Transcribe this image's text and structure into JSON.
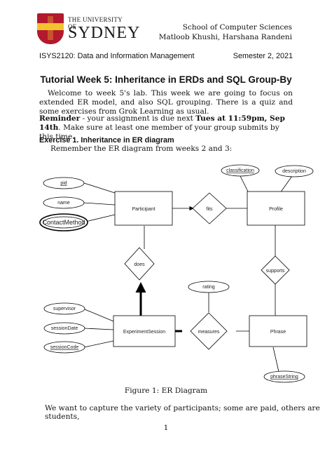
{
  "header": {
    "logo_small": "THE UNIVERSITY OF",
    "logo_big": "SYDNEY",
    "school": "School of Computer Sciences",
    "authors": "Matloob Khushi, Harshana Randeni",
    "course": "ISYS2120: Data and Information Management",
    "semester": "Semester 2, 2021"
  },
  "title": "Tutorial Week 5: Inheritance in ERDs and SQL Group-By",
  "intro": "Welcome to week 5's lab. This week we are going to focus on extended ER model, and also SQL grouping. There is a quiz and some exercises from Grok Learning as usual.",
  "reminder": {
    "label": "Reminder",
    "text_before": " - your assignment is due next ",
    "due": "Tues at 11:59pm, Sep 14th",
    "text_after": ". Make sure at least one member of your group submits by this time."
  },
  "exercise": {
    "title": "Exercise 1. Inheritance in ER diagram",
    "intro": "Remember the ER diagram from weeks 2 and 3:"
  },
  "erd": {
    "entities": {
      "participant": "Participant",
      "profile": "Profile",
      "session": "ExperimentSession",
      "phrase": "Phrase"
    },
    "relationships": {
      "fits": "fits",
      "does": "does",
      "supports": "supports",
      "measures": "measures"
    },
    "attributes": {
      "pid": "pid",
      "name": "name",
      "contact": "ContactMethod",
      "classification": "classification",
      "description": "description",
      "rating": "rating",
      "supervisor": "supervisor",
      "sessionDate": "sessionDate",
      "sessionCode": "sessionCode",
      "phraseString": "phraseString"
    }
  },
  "caption": "Figure 1: ER Diagram",
  "bottom_text": "We want to capture the variety of participants; some are paid, others are students,",
  "page_number": "1"
}
